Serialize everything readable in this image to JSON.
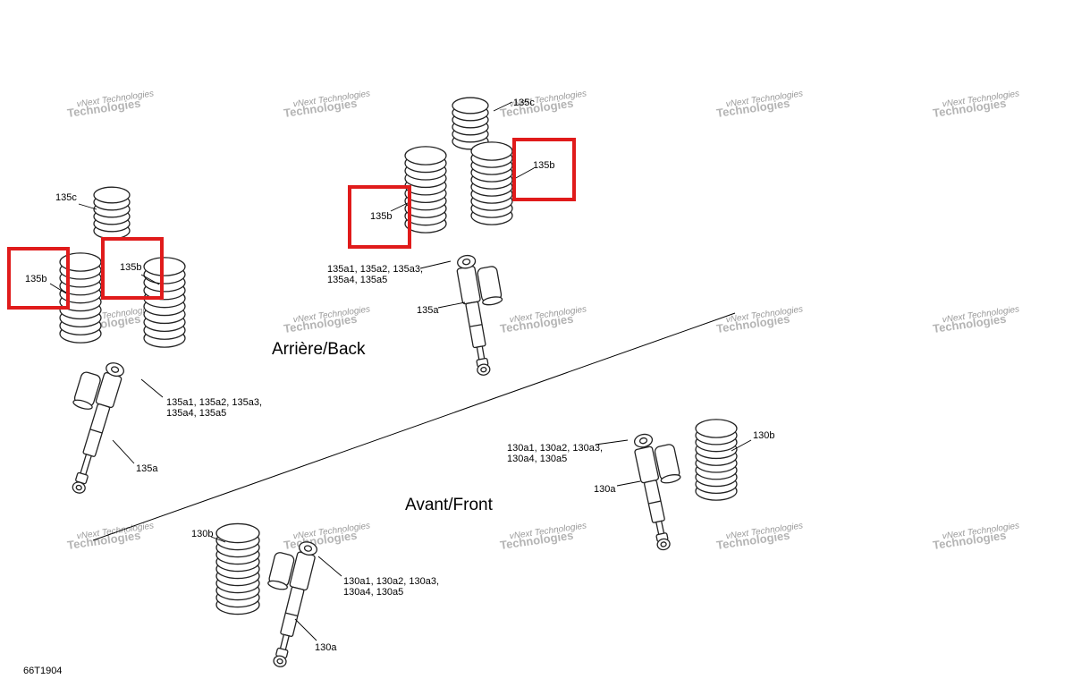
{
  "diagram": {
    "section_rear": "Arrière/Back",
    "section_front": "Avant/Front",
    "figure_id": "66T1904",
    "watermark": {
      "line1": "vNext Technologies",
      "line2": "Technologies"
    },
    "highlight_color": "#e01b1b",
    "labels": {
      "rear_left_spring_c": "135c",
      "rear_left_spring_b_1": "135b",
      "rear_left_spring_b_2": "135b",
      "rear_left_shock_variants_1": "135a1, 135a2, 135a3,",
      "rear_left_shock_variants_2": "135a4, 135a5",
      "rear_left_shock": "135a",
      "rear_center_spring_c": "135c",
      "rear_center_spring_b_1": "135b",
      "rear_center_spring_b_2": "135b",
      "rear_center_shock_variants_1": "135a1, 135a2, 135a3,",
      "rear_center_shock_variants_2": "135a4, 135a5",
      "rear_center_shock": "135a",
      "front_right_spring_b": "130b",
      "front_right_shock_variants_1": "130a1, 130a2, 130a3,",
      "front_right_shock_variants_2": "130a4, 130a5",
      "front_right_shock": "130a",
      "front_left_spring_b": "130b",
      "front_left_shock_variants_1": "130a1, 130a2, 130a3,",
      "front_left_shock_variants_2": "130a4, 130a5",
      "front_left_shock": "130a"
    }
  }
}
